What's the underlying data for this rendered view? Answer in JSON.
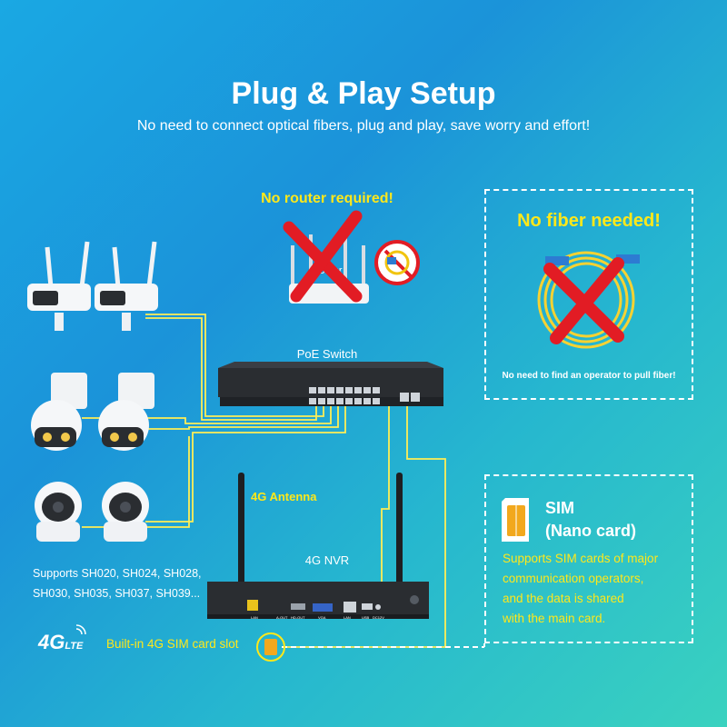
{
  "header": {
    "title": "Plug & Play Setup",
    "subtitle": "No need to connect optical fibers, plug and play, save worry and effort!"
  },
  "router": {
    "callout": "No router required!",
    "device_text": "Router"
  },
  "fiber": {
    "callout": "No fiber needed!",
    "note": "No need to find an operator to pull fiber!"
  },
  "switch": {
    "label": "PoE Switch"
  },
  "nvr": {
    "label": "4G NVR",
    "antenna_label": "4G Antenna",
    "port_labels": [
      "LAN",
      "A-OUT",
      "HD-OUT",
      "VGA",
      "LAN",
      "USB",
      "DC12V"
    ]
  },
  "sim": {
    "title_line1": "SIM",
    "title_line2": "(Nano card)",
    "desc_lines": [
      "Supports SIM cards of major",
      "communication operators,",
      "and the data is shared",
      "with the main card."
    ]
  },
  "cameras": {
    "supports_line1": "Supports SH020, SH024, SH028,",
    "supports_line2": "SH030, SH035, SH037, SH039..."
  },
  "bottom": {
    "lte_main": "4G",
    "lte_small": "LTE",
    "sim_slot_label": "Built-in 4G SIM card slot"
  },
  "colors": {
    "accent_yellow": "#ffe81a",
    "cable_yellow": "#ffee55",
    "cross_red": "#e21c24",
    "device_dark": "#2a2d31"
  }
}
